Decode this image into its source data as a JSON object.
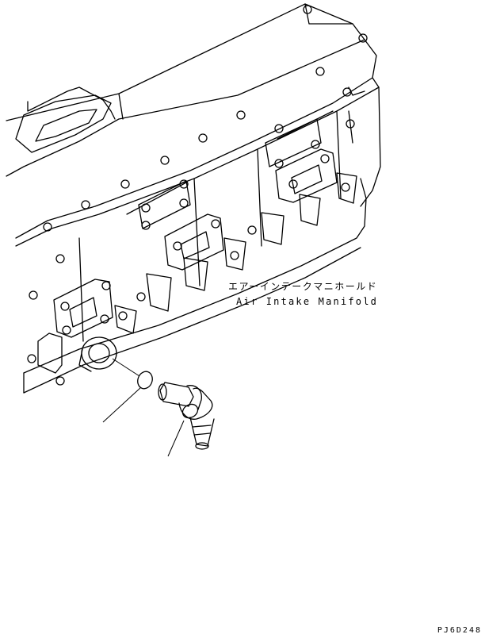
{
  "callouts": {
    "manifold_jp": "エアーインテークマニホールド",
    "manifold_en": "Air Intake Manifold"
  },
  "drawing_code": "PJ6D248"
}
